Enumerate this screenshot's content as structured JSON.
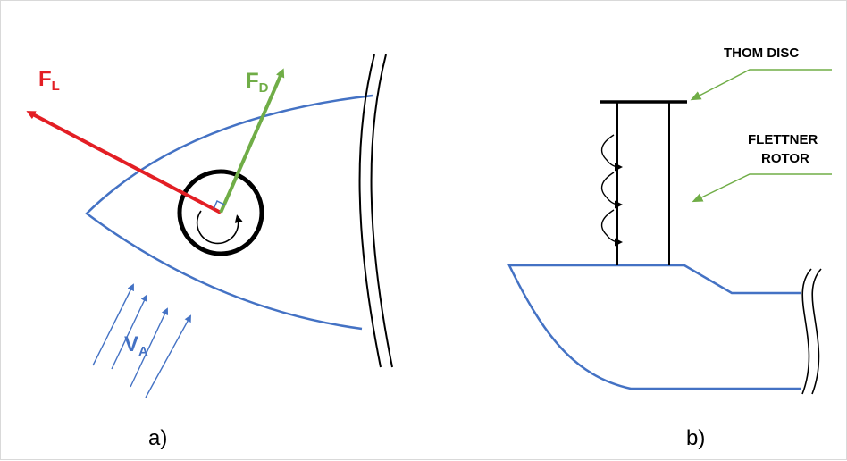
{
  "panel_a": {
    "label": "a)",
    "lift_force": {
      "symbol": "F",
      "subscript": "L"
    },
    "drag_force": {
      "symbol": "F",
      "subscript": "D"
    },
    "apparent_wind": {
      "symbol": "V",
      "subscript": "A"
    }
  },
  "panel_b": {
    "label": "b)",
    "callout_top": "THOM DISC",
    "callout_mid_line1": "FLETTNER",
    "callout_mid_line2": "ROTOR"
  },
  "colors": {
    "hull": "#4472c4",
    "lift": "#e31e24",
    "drag": "#70ad47",
    "wind": "#4472c4",
    "leader": "#70ad47",
    "ink": "#000000"
  }
}
